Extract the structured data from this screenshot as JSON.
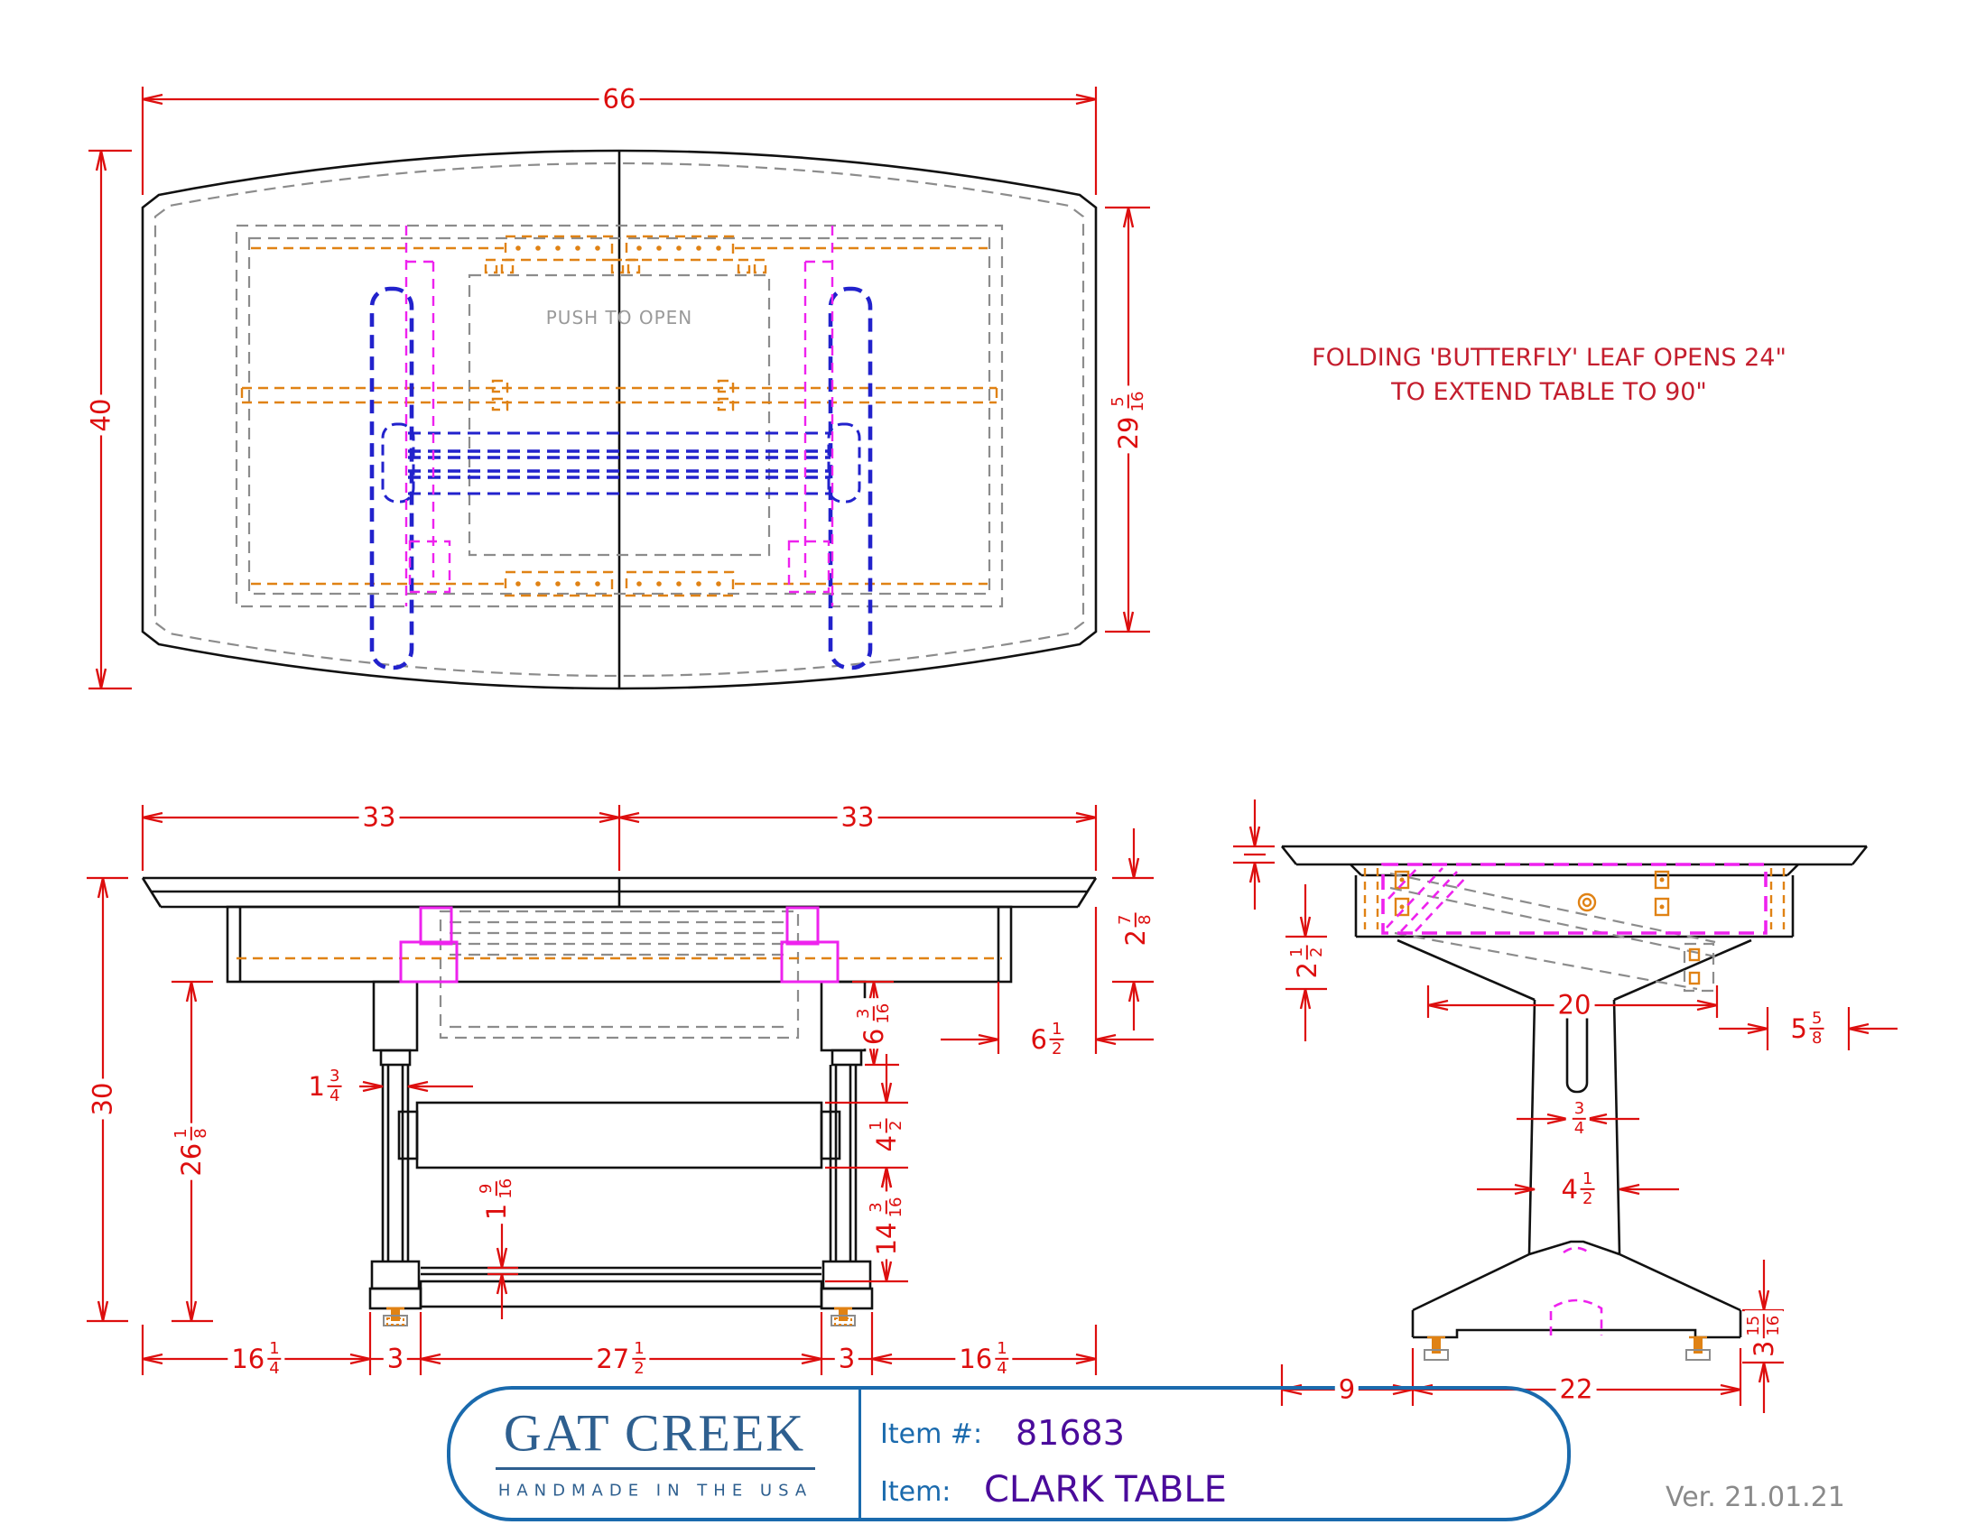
{
  "note": {
    "line1": "FOLDING 'BUTTERFLY' LEAF OPENS 24\"",
    "line2": "TO EXTEND TABLE TO 90\""
  },
  "top_view": {
    "push_label": "PUSH TO OPEN",
    "dims": {
      "width": {
        "w": "66"
      },
      "depth": {
        "w": "40"
      },
      "end_edge": {
        "w": "29",
        "n": "5",
        "d": "16"
      }
    }
  },
  "front_view": {
    "dims": {
      "half_left": {
        "w": "33"
      },
      "half_right": {
        "w": "33"
      },
      "apron_height": {
        "w": "2",
        "n": "7",
        "d": "8"
      },
      "apron_inset": {
        "w": "6",
        "n": "1",
        "d": "2"
      },
      "leg_shoulder": {
        "w": "6",
        "n": "3",
        "d": "16"
      },
      "panel_height": {
        "w": "4",
        "n": "1",
        "d": "2"
      },
      "panel_to_stretcher": {
        "w": "14",
        "n": "3",
        "d": "16"
      },
      "overall_height": {
        "w": "30"
      },
      "underside_height": {
        "w": "26",
        "n": "1",
        "d": "8"
      },
      "leg_thickness": {
        "w": "1",
        "n": "3",
        "d": "4"
      },
      "stretcher_height": {
        "w": "1",
        "n": "9",
        "d": "16"
      },
      "foot_offset_left": {
        "w": "16",
        "n": "1",
        "d": "4"
      },
      "foot_width_left": {
        "w": "3"
      },
      "stretcher_span": {
        "w": "27",
        "n": "1",
        "d": "2"
      },
      "foot_width_right": {
        "w": "3"
      },
      "foot_offset_right": {
        "w": "16",
        "n": "1",
        "d": "4"
      }
    }
  },
  "side_view": {
    "dims": {
      "apron_depth": {
        "w": "2",
        "n": "1",
        "d": "2"
      },
      "support_spread": {
        "w": "20"
      },
      "apron_setback": {
        "w": "5",
        "n": "5",
        "d": "8"
      },
      "slot_width": {
        "n": "3",
        "d": "4"
      },
      "column_width": {
        "w": "4",
        "n": "1",
        "d": "2"
      },
      "foot_height": {
        "w": "3",
        "n": "15",
        "d": "16"
      },
      "foot_offset": {
        "w": "9"
      },
      "foot_length": {
        "w": "22"
      }
    }
  },
  "title_block": {
    "brand": "GAT CREEK",
    "tagline": "HANDMADE IN THE USA",
    "item_no_label": "Item #:",
    "item_no": "81683",
    "item_label": "Item:",
    "item_name": "CLARK TABLE"
  },
  "version": "Ver. 21.01.21",
  "colors": {
    "dimension_red": "#dd0e0e",
    "note_red": "#c41e2e",
    "outline_black": "#111111",
    "hidden_gray": "#8c8c8c",
    "hardware_orange": "#e08214",
    "leaf_blue": "#2222cc",
    "bracket_magenta": "#ee22ee",
    "title_blue": "#1a6aad",
    "logo_blue": "#2e5f8f",
    "value_purple": "#4a0b9b"
  }
}
